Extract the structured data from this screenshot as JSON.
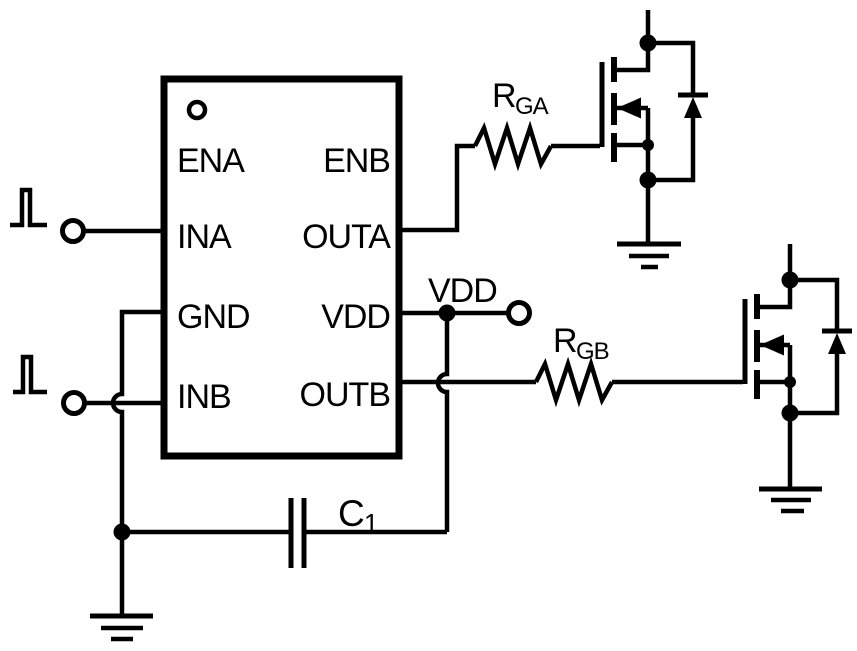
{
  "diagram": {
    "type": "circuit-schematic",
    "description": "Dual-channel gate driver IC with pulse inputs driving two N-channel MOSFETs (with body diodes) through gate resistors, VDD terminal and decoupling capacitor C1",
    "colors": {
      "line": "#000000",
      "text": "#000000",
      "background": "#ffffff"
    },
    "ic": {
      "pins_left": [
        "ENA",
        "INA",
        "GND",
        "INB"
      ],
      "pins_right": [
        "ENB",
        "OUTA",
        "VDD",
        "OUTB"
      ]
    },
    "nets": {
      "vdd_label": "VDD"
    },
    "components": {
      "resistor_a": {
        "ref": "R",
        "sub": "GA"
      },
      "resistor_b": {
        "ref": "R",
        "sub": "GB"
      },
      "capacitor": {
        "ref": "C",
        "sub": "1"
      },
      "symbols": [
        "pulse-source-a",
        "pulse-source-b",
        "nmos-fet-a",
        "body-diode-a",
        "nmos-fet-b",
        "body-diode-b",
        "ground-main",
        "ground-a",
        "ground-b",
        "vdd-terminal",
        "pin1-indicator"
      ]
    }
  }
}
